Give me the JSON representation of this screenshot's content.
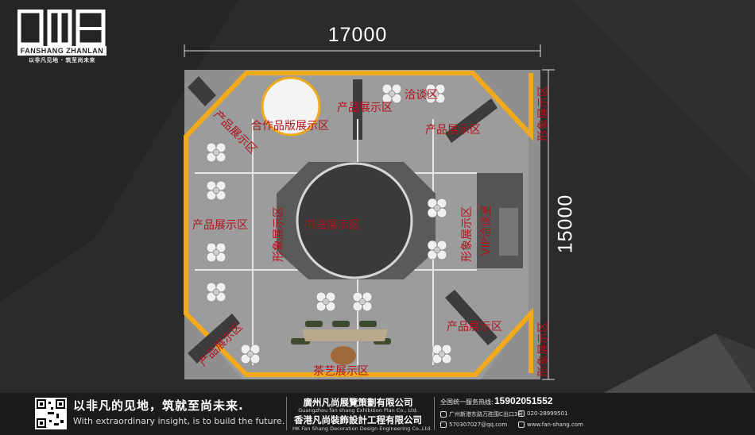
{
  "brand": {
    "logo_text": "FAN",
    "name": "FANSHANG ZHANLAN",
    "slogan": "以非凡见地 · 筑至尚未来"
  },
  "dimensions": {
    "width": "17000",
    "height": "15000"
  },
  "zones": {
    "coop_display": "合作品版展示区",
    "product_top_center": "产品展示区",
    "negotiation": "洽谈区",
    "product_top_right": "产品展示区",
    "product_top_left": "产品展示区",
    "product_left_mid": "产品展示区",
    "image_left_vertical": "形象展示区",
    "calligraphy": "书法展示区",
    "image_right_vertical": "形象展示区",
    "vip_room": "VIP洽谈室",
    "product_bottom_left": "产品展示区",
    "product_bottom_right": "产品展示区",
    "tea": "茶艺展示区",
    "image_right_top": "形象展示区",
    "image_right_bottom": "形象展示区"
  },
  "footer": {
    "tagline_cn": "以非凡的见地，筑就至尚未来.",
    "tagline_en": "With extraordinary insight, is to build the future.",
    "company_cn_1": "廣州凡尚展覽策劃有限公司",
    "company_en_1": "Guangzhou fan shang  Exhibition Plan Co., Ltd.",
    "company_cn_2": "香港凡尚裝飾設計工程有限公司",
    "company_en_2": "HK Fan Shang Decoration Design Engineering Co.,Ltd.",
    "hotline_label": "全国统一服务热线:",
    "hotline_number": "15902051552",
    "address": "广州新港东路万胜围C出口3号",
    "phone": "020-28999501",
    "email": "570307027@qq.com",
    "website": "www.fan-shang.com"
  },
  "colors": {
    "background": "#2a2a2a",
    "accent_yellow": "#f2a91a",
    "zone_label_red": "#b0131b",
    "floor": "#9a9a9a"
  }
}
